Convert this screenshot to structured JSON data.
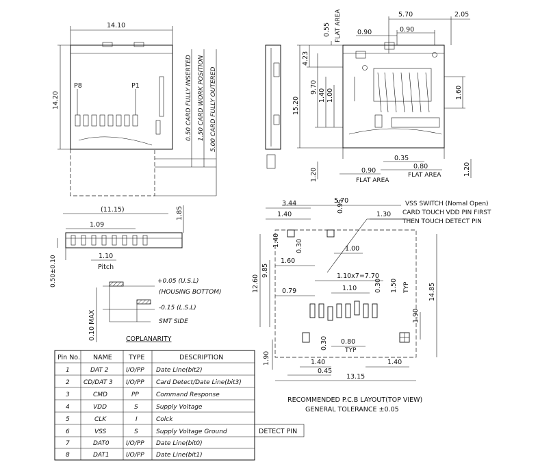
{
  "top_view": {
    "width_dim": "14.10",
    "height_dim": "14.20",
    "p8_label": "P8",
    "p1_label": "P1",
    "card_positions": [
      "0.50 CARD FULLY INSERTED",
      "1.50 CARD WORK POSITION",
      "5.00 CARD FULLY OUTERED"
    ]
  },
  "right_view": {
    "dims": {
      "d_570": "5.70",
      "d_205": "2.05",
      "d_090a": "0.90",
      "d_090b": "0.90",
      "d_055": "0.55",
      "flat_area_top": "FLAT AREA",
      "d_423": "4.23",
      "d_970": "9.70",
      "d_1520": "15.20",
      "d_140": "1.40",
      "d_100": "1.00",
      "d_160": "1.60",
      "d_035": "0.35",
      "d_090c": "0.90",
      "d_080": "0.80",
      "d_120a": "1.20",
      "d_120b": "1.20",
      "flat_area_bl": "FLAT AREA",
      "flat_area_br": "FLAT AREA"
    }
  },
  "side_view": {
    "d_1115": "(11.15)",
    "d_109": "1.09",
    "d_185": "1.85",
    "d_110": "1.10",
    "pitch": "Pitch",
    "d_050": "0.50±0.10"
  },
  "coplanarity": {
    "usl": "+0.05 (U.S.L)",
    "housing": "(HOUSING BOTTOM)",
    "lsl": "-0.15 (L.S.L)",
    "smt": "SMT SIDE",
    "max": "0.10 MAX",
    "title": "COPLANARITY"
  },
  "pcb_layout": {
    "d_570": "5.70",
    "d_344": "3.44",
    "d_140a": "1.40",
    "d_095": "0.95",
    "d_130": "1.30",
    "d_140b": "1.40",
    "d_030a": "0.30",
    "d_100": "1.00",
    "d_160": "1.60",
    "d_1260": "12.60",
    "d_985": "9.85",
    "d_110x7": "1.10x7=7.70",
    "d_110": "1.10",
    "d_079": "0.79",
    "d_030b": "0.30",
    "d_150": "1.50",
    "typ1": "TYP",
    "d_1485": "14.85",
    "d_190a": "1.90",
    "d_030c": "0.30",
    "d_080": "0.80",
    "typ2": "TYP",
    "d_190b": "1.90",
    "d_140c": "1.40",
    "d_140d": "1.40",
    "d_045": "0.45",
    "d_1315": "13.15",
    "note1": "VSS SWITCH (Nomal Open)",
    "note2": "CARD TOUCH VDD PIN FIRST",
    "note3": "THEN TOUCH DETECT PIN",
    "caption1": "RECOMMENDED P.C.B LAYOUT(TOP VIEW)",
    "caption2": "GENERAL TOLERANCE ±0.05"
  },
  "pin_table": {
    "headers": [
      "Pin No.",
      "NAME",
      "TYPE",
      "DESCRIPTION"
    ],
    "rows": [
      [
        "1",
        "DAT 2",
        "I/O/PP",
        "Date Line(bit2)"
      ],
      [
        "2",
        "CD/DAT 3",
        "I/O/PP",
        "Card Detect/Date Line(bit3)"
      ],
      [
        "3",
        "CMD",
        "PP",
        "Command Response"
      ],
      [
        "4",
        "VDD",
        "S",
        "Supply Voltage"
      ],
      [
        "5",
        "CLK",
        "I",
        "Colck"
      ],
      [
        "6",
        "VSS",
        "S",
        "Supply Voltage Ground"
      ],
      [
        "7",
        "DAT0",
        "I/O/PP",
        "Date Line(bit0)"
      ],
      [
        "8",
        "DAT1",
        "I/O/PP",
        "Date Line(bit1)"
      ]
    ],
    "detect_pin": "DETECT PIN"
  },
  "colors": {
    "line": "#111111",
    "background": "#ffffff"
  }
}
